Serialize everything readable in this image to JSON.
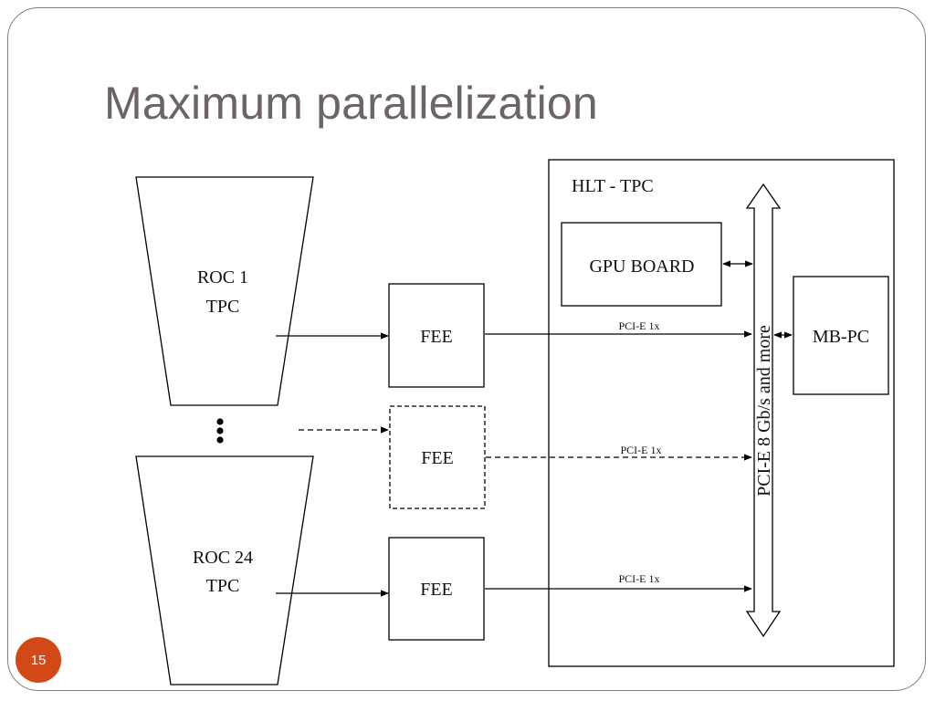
{
  "slide": {
    "title": "Maximum parallelization",
    "page_number": "15"
  },
  "diagram": {
    "roc_top": {
      "line1": "ROC 1",
      "line2": "TPC"
    },
    "roc_bottom": {
      "line1": "ROC 24",
      "line2": "TPC"
    },
    "fee_labels": [
      "FEE",
      "FEE",
      "FEE"
    ],
    "link_labels": [
      "PCI-E 1x",
      "PCI-E 1x",
      "PCI-E 1x"
    ],
    "hlt_title": "HLT - TPC",
    "gpu_board": "GPU BOARD",
    "mb_pc": "MB-PC",
    "bus_label": "PCI-E 8 Gb/s and more"
  }
}
